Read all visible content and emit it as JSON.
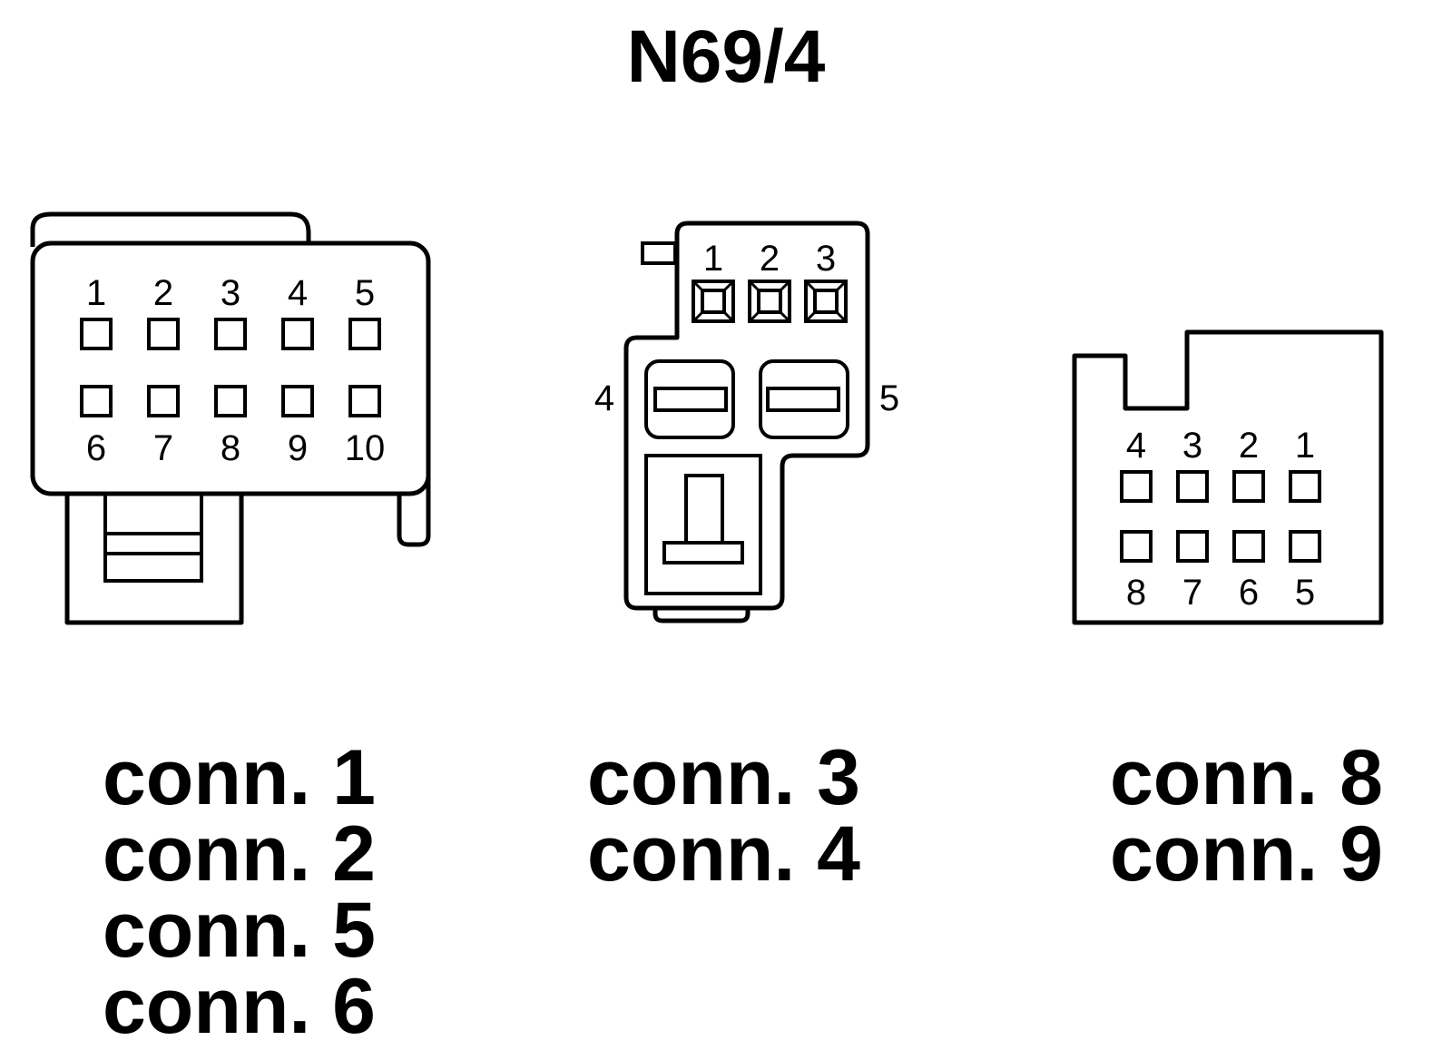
{
  "title": "N69/4",
  "connectors": [
    {
      "pins_top": [
        "1",
        "2",
        "3",
        "4",
        "5"
      ],
      "pins_bottom": [
        "6",
        "7",
        "8",
        "9",
        "10"
      ],
      "labels": [
        "conn. 1",
        "conn. 2",
        "conn. 5",
        "conn. 6"
      ]
    },
    {
      "pins_top": [
        "1",
        "2",
        "3"
      ],
      "pin_left": "4",
      "pin_right": "5",
      "labels": [
        "conn. 3",
        "conn. 4"
      ]
    },
    {
      "pins_top": [
        "4",
        "3",
        "2",
        "1"
      ],
      "pins_bottom": [
        "8",
        "7",
        "6",
        "5"
      ],
      "labels": [
        "conn. 8",
        "conn. 9"
      ]
    }
  ]
}
